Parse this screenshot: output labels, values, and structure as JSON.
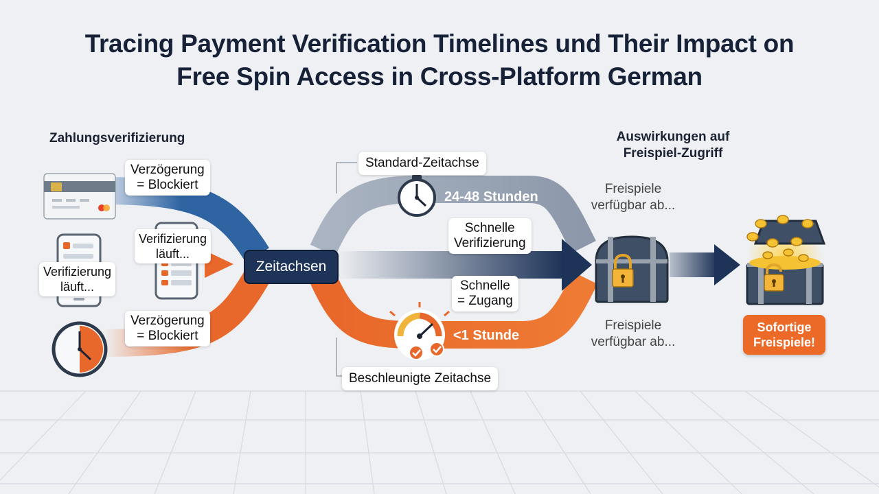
{
  "title": {
    "line1": "Tracing Payment Verification Timelines und Their Impact on",
    "line2": "Free Spin Access in Cross-Platform German"
  },
  "left": {
    "heading": "Zahlungsverifizierung",
    "card_label": "Verzögerung\n= Blockiert",
    "phone_label_1": "Verifizierung\nläuft...",
    "phone_label_2": "Verifizierung\nläuft...",
    "clock_label": "Verzögerung\n= Blockiert"
  },
  "hub": {
    "label": "Zeitachsen"
  },
  "timelines": {
    "standard_label": "Standard-Zeitachse",
    "standard_time": "24-48 Stunden",
    "fast_verification": "Schnelle\nVerifizierung",
    "fast_access": "Schnelle\n= Zugang",
    "accelerated_time": "<1 Stunde",
    "accelerated_label": "Beschleunigte Zeitachse"
  },
  "right": {
    "heading": "Auswirkungen auf\nFreispiel-Zugriff",
    "available_top": "Freispiele\nverfügbar ab...",
    "available_bottom": "Freispiele\nverfügbar ab...",
    "badge": "Sofortige\nFreispiele!"
  },
  "icons": [
    "credit-card-icon",
    "smartphone-icon",
    "clock-icon",
    "stopwatch-icon",
    "speedometer-icon",
    "checkmark-icon",
    "padlock-icon",
    "treasure-chest-icon",
    "gold-coin-icon",
    "arrow-right-icon"
  ],
  "colors": {
    "standard": "#a9b3c1",
    "blue": "#2f64a3",
    "orange": "#e8672a",
    "navy": "#1d3358",
    "background": "#eef0f3"
  }
}
